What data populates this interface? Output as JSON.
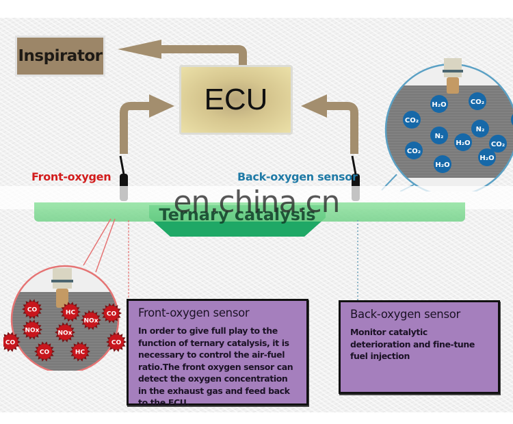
{
  "diagram": {
    "title": "Oxygen sensor feedback loop",
    "nodes": {
      "inspirator": "Inspirator",
      "ecu": "ECU",
      "catalyst": "Ternary catalysis"
    },
    "labels": {
      "front_sensor": "Front-oxygen",
      "back_sensor": "Back-oxygen sensor"
    },
    "edges": [
      {
        "from": "ECU",
        "to": "Inspirator"
      },
      {
        "from": "Front-oxygen sensor",
        "to": "ECU"
      },
      {
        "from": "Back-oxygen sensor",
        "to": "ECU"
      }
    ],
    "watermark": "en.china.cn",
    "front_zoom": {
      "molecules": [
        "CO",
        "HC",
        "NOx",
        "CO",
        "NOx",
        "NOx",
        "CO",
        "CO",
        "HC",
        "CO"
      ],
      "color": "#c8161d"
    },
    "back_zoom": {
      "molecules": [
        "H2O",
        "CO2",
        "CO2",
        "N2",
        "N2",
        "N2",
        "H2O",
        "CO2",
        "CO2",
        "H2O",
        "H2O"
      ],
      "color": "#1668a8"
    },
    "info_front": {
      "title": "Front-oxygen sensor",
      "text": "In order to give full play to the function of ternary catalysis, it is necessary to control the air-fuel ratio.The front oxygen sensor can detect the oxygen concentration in the exhaust gas and feed back to the ECU."
    },
    "info_back": {
      "title": "Back-oxygen sensor",
      "text": "Monitor catalytic deterioration and fine-tune fuel injection"
    },
    "colors": {
      "arrow": "#a38e6e",
      "box_purple": "#a57fbd",
      "pipe_green": "#7fd995",
      "catalyst_green": "#1fa866",
      "front_red": "#d21c1c",
      "back_blue": "#1f7aa6"
    }
  }
}
